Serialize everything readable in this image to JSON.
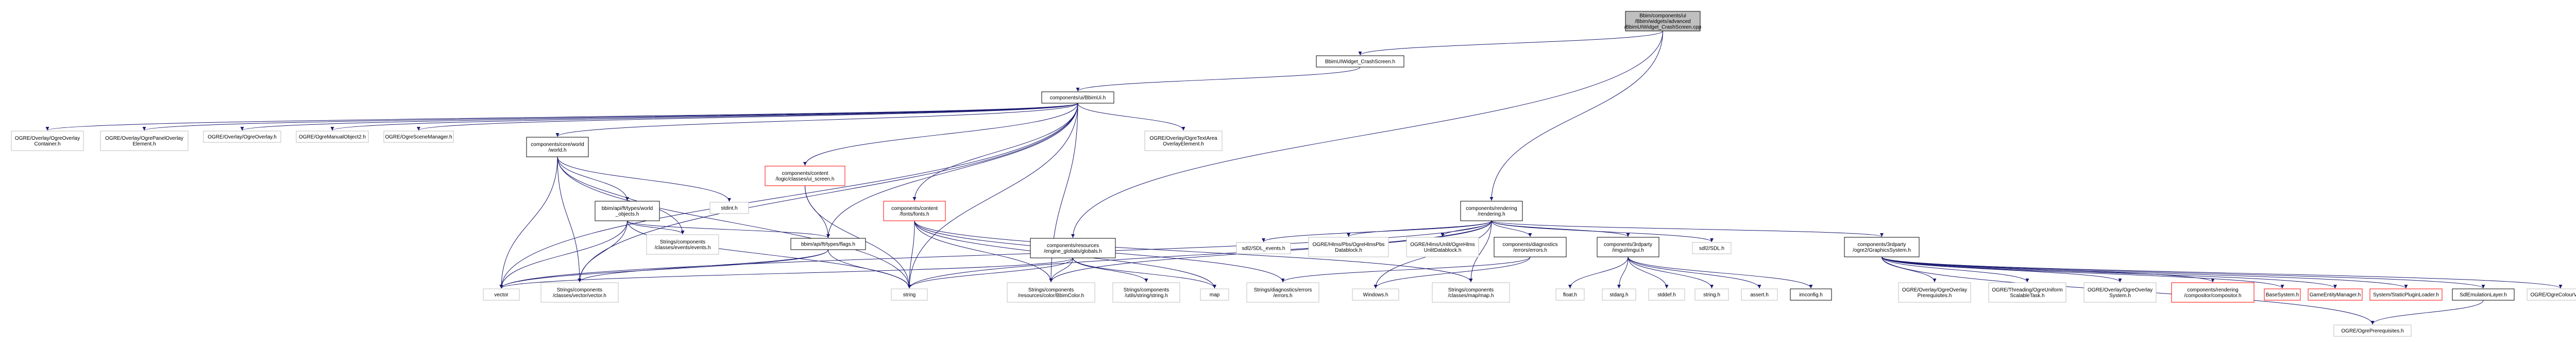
{
  "colors": {
    "edge": "#191970",
    "focus_fill": "#bfbfbf",
    "normal_border": "#000000",
    "missing_border": "#ff0000",
    "undocumented_border": "#bfbfbf"
  },
  "nodes": [
    {
      "id": "root",
      "lines": [
        "Bbim/components/ui",
        "/Bbim/widgets/advanced",
        "/BbimUIWidget_CrashScreen.cpp"
      ],
      "style": "focus"
    },
    {
      "id": "crashh",
      "lines": [
        "BbimUIWidget_CrashScreen.h"
      ],
      "style": "normal"
    },
    {
      "id": "uih",
      "lines": [
        "components/ui/BbimUi.h"
      ],
      "style": "normal"
    },
    {
      "id": "ovcont",
      "lines": [
        "OGRE/Overlay/OgreOverlay",
        "Container.h"
      ],
      "style": "gray"
    },
    {
      "id": "ovpanel",
      "lines": [
        "OGRE/Overlay/OgrePanelOverlay",
        "Element.h"
      ],
      "style": "gray"
    },
    {
      "id": "ovoverlay",
      "lines": [
        "OGRE/Overlay/OgreOverlay.h"
      ],
      "style": "gray"
    },
    {
      "id": "manual",
      "lines": [
        "OGRE/OgreManualObject2.h"
      ],
      "style": "gray"
    },
    {
      "id": "scenemgr",
      "lines": [
        "OGRE/OgreSceneManager.h"
      ],
      "style": "gray"
    },
    {
      "id": "world",
      "lines": [
        "components/core/world",
        "/world.h"
      ],
      "style": "normal"
    },
    {
      "id": "contentcrash",
      "lines": [
        "components/content",
        "/logic/classes/ui_screen.h"
      ],
      "style": "red"
    },
    {
      "id": "fonts",
      "lines": [
        "components/content",
        "/fonts/fonts.h"
      ],
      "style": "red"
    },
    {
      "id": "textarea",
      "lines": [
        "OGRE/Overlay/OgreTextArea",
        "OverlayElement.h"
      ],
      "style": "gray"
    },
    {
      "id": "rendering",
      "lines": [
        "components/rendering",
        "/rendering.h"
      ],
      "style": "normal"
    },
    {
      "id": "bbimobj",
      "lines": [
        "bbim/api/ft/types/world",
        "_objects.h"
      ],
      "style": "normal"
    },
    {
      "id": "stdint",
      "lines": [
        "stdint.h"
      ],
      "style": "gray"
    },
    {
      "id": "events",
      "lines": [
        "Strings/components",
        "/classes/events/events.h"
      ],
      "style": "gray"
    },
    {
      "id": "flags",
      "lines": [
        "bbim/api/ft/types/flags.h"
      ],
      "style": "normal"
    },
    {
      "id": "globals",
      "lines": [
        "components/resources",
        "/engine_globals/globals.h"
      ],
      "style": "normal"
    },
    {
      "id": "sdlevents",
      "lines": [
        "sdl2/SDL_events.h"
      ],
      "style": "gray"
    },
    {
      "id": "hlmspbs",
      "lines": [
        "OGRE/Hlms/Pbs/OgreHlmsPbs",
        "Datablock.h"
      ],
      "style": "gray"
    },
    {
      "id": "hlmsunlit",
      "lines": [
        "OGRE/Hlms/Unlit/OgreHlms",
        "UnlitDatablock.h"
      ],
      "style": "gray"
    },
    {
      "id": "errors",
      "lines": [
        "components/diagnostics",
        "/errors/errors.h"
      ],
      "style": "normal"
    },
    {
      "id": "imgui",
      "lines": [
        "components/3rdparty",
        "/imgui/imgui.h"
      ],
      "style": "normal"
    },
    {
      "id": "sdl",
      "lines": [
        "sdl2/SDL.h"
      ],
      "style": "gray"
    },
    {
      "id": "ogre2",
      "lines": [
        "components/3rdparty",
        "/ogre2/GraphicsSystem.h"
      ],
      "style": "normal"
    },
    {
      "id": "vector",
      "lines": [
        "vector"
      ],
      "style": "gray"
    },
    {
      "id": "vectorh",
      "lines": [
        "Strings/components",
        "/classes/vector/vector.h"
      ],
      "style": "gray"
    },
    {
      "id": "string",
      "lines": [
        "string"
      ],
      "style": "gray"
    },
    {
      "id": "color",
      "lines": [
        "Strings/components",
        "/resources/color/BbimColor.h"
      ],
      "style": "gray"
    },
    {
      "id": "stringh",
      "lines": [
        "Strings/components",
        "/utils/string/string.h"
      ],
      "style": "gray"
    },
    {
      "id": "map",
      "lines": [
        "map"
      ],
      "style": "gray"
    },
    {
      "id": "errorsh",
      "lines": [
        "Strings/diagnostics/errors",
        "/errors.h"
      ],
      "style": "gray"
    },
    {
      "id": "windows",
      "lines": [
        "Windows.h"
      ],
      "style": "gray"
    },
    {
      "id": "maph",
      "lines": [
        "Strings/components",
        "/classes/map/map.h"
      ],
      "style": "gray"
    },
    {
      "id": "float",
      "lines": [
        "float.h"
      ],
      "style": "gray"
    },
    {
      "id": "stdarg",
      "lines": [
        "stdarg.h"
      ],
      "style": "gray"
    },
    {
      "id": "stddef",
      "lines": [
        "stddef.h"
      ],
      "style": "gray"
    },
    {
      "id": "stringlib",
      "lines": [
        "string.h"
      ],
      "style": "gray"
    },
    {
      "id": "assert",
      "lines": [
        "assert.h"
      ],
      "style": "gray"
    },
    {
      "id": "imconfig",
      "lines": [
        "imconfig.h"
      ],
      "style": "normal"
    },
    {
      "id": "ovprereq",
      "lines": [
        "OGRE/Overlay/OgreOverlay",
        "Prerequisites.h"
      ],
      "style": "gray"
    },
    {
      "id": "threading",
      "lines": [
        "OGRE/Threading/OgreUniform",
        "ScalableTask.h"
      ],
      "style": "gray"
    },
    {
      "id": "ovsystem",
      "lines": [
        "OGRE/Overlay/OgreOverlay",
        "System.h"
      ],
      "style": "gray"
    },
    {
      "id": "compositor",
      "lines": [
        "components/rendering",
        "/compositor/compositor.h"
      ],
      "style": "red"
    },
    {
      "id": "basesystem",
      "lines": [
        "BaseSystem.h"
      ],
      "style": "red"
    },
    {
      "id": "gameentity",
      "lines": [
        "GameEntityManager.h"
      ],
      "style": "red"
    },
    {
      "id": "pluginloader",
      "lines": [
        "System/StaticPluginLoader.h"
      ],
      "style": "red"
    },
    {
      "id": "sdlemu",
      "lines": [
        "SdlEmulationLayer.h"
      ],
      "style": "normal"
    },
    {
      "id": "colourval",
      "lines": [
        "OGRE/OgreColourValue.h"
      ],
      "style": "gray"
    },
    {
      "id": "prereq",
      "lines": [
        "OGRE/OgrePrerequisites.h"
      ],
      "style": "gray"
    }
  ],
  "edges": [
    [
      "root",
      "crashh"
    ],
    [
      "root",
      "rendering"
    ],
    [
      "root",
      "globals"
    ],
    [
      "crashh",
      "uih"
    ],
    [
      "uih",
      "ovcont"
    ],
    [
      "uih",
      "ovpanel"
    ],
    [
      "uih",
      "ovoverlay"
    ],
    [
      "uih",
      "manual"
    ],
    [
      "uih",
      "scenemgr"
    ],
    [
      "uih",
      "world"
    ],
    [
      "uih",
      "contentcrash"
    ],
    [
      "uih",
      "fonts"
    ],
    [
      "uih",
      "textarea"
    ],
    [
      "uih",
      "vector"
    ],
    [
      "uih",
      "string"
    ],
    [
      "uih",
      "color"
    ],
    [
      "uih",
      "flags"
    ],
    [
      "uih",
      "vectorh"
    ],
    [
      "world",
      "bbimobj"
    ],
    [
      "world",
      "stdint"
    ],
    [
      "world",
      "events"
    ],
    [
      "world",
      "vector"
    ],
    [
      "world",
      "string"
    ],
    [
      "world",
      "vectorh"
    ],
    [
      "contentcrash",
      "flags"
    ],
    [
      "contentcrash",
      "string"
    ],
    [
      "bbimobj",
      "flags"
    ],
    [
      "bbimobj",
      "events"
    ],
    [
      "bbimobj",
      "vector"
    ],
    [
      "bbimobj",
      "vectorh"
    ],
    [
      "bbimobj",
      "string"
    ],
    [
      "flags",
      "vector"
    ],
    [
      "flags",
      "string"
    ],
    [
      "flags",
      "vectorh"
    ],
    [
      "fonts",
      "color"
    ],
    [
      "fonts",
      "errorsh"
    ],
    [
      "fonts",
      "map"
    ],
    [
      "fonts",
      "string"
    ],
    [
      "fonts",
      "maph"
    ],
    [
      "globals",
      "vector"
    ],
    [
      "globals",
      "color"
    ],
    [
      "globals",
      "stringh"
    ],
    [
      "globals",
      "map"
    ],
    [
      "globals",
      "string"
    ],
    [
      "rendering",
      "sdlevents"
    ],
    [
      "rendering",
      "hlmspbs"
    ],
    [
      "rendering",
      "hlmsunlit"
    ],
    [
      "rendering",
      "errors"
    ],
    [
      "rendering",
      "imgui"
    ],
    [
      "rendering",
      "sdl"
    ],
    [
      "rendering",
      "ogre2"
    ],
    [
      "rendering",
      "vector"
    ],
    [
      "rendering",
      "string"
    ],
    [
      "rendering",
      "color"
    ],
    [
      "rendering",
      "windows"
    ],
    [
      "rendering",
      "maph"
    ],
    [
      "errors",
      "windows"
    ],
    [
      "errors",
      "errorsh"
    ],
    [
      "imgui",
      "float"
    ],
    [
      "imgui",
      "stdarg"
    ],
    [
      "imgui",
      "stddef"
    ],
    [
      "imgui",
      "stringlib"
    ],
    [
      "imgui",
      "assert"
    ],
    [
      "imgui",
      "imconfig"
    ],
    [
      "ogre2",
      "ovprereq"
    ],
    [
      "ogre2",
      "threading"
    ],
    [
      "ogre2",
      "ovsystem"
    ],
    [
      "ogre2",
      "compositor"
    ],
    [
      "ogre2",
      "basesystem"
    ],
    [
      "ogre2",
      "gameentity"
    ],
    [
      "ogre2",
      "pluginloader"
    ],
    [
      "ogre2",
      "sdlemu"
    ],
    [
      "ogre2",
      "colourval"
    ],
    [
      "ogre2",
      "prereq"
    ],
    [
      "sdlemu",
      "prereq"
    ]
  ]
}
